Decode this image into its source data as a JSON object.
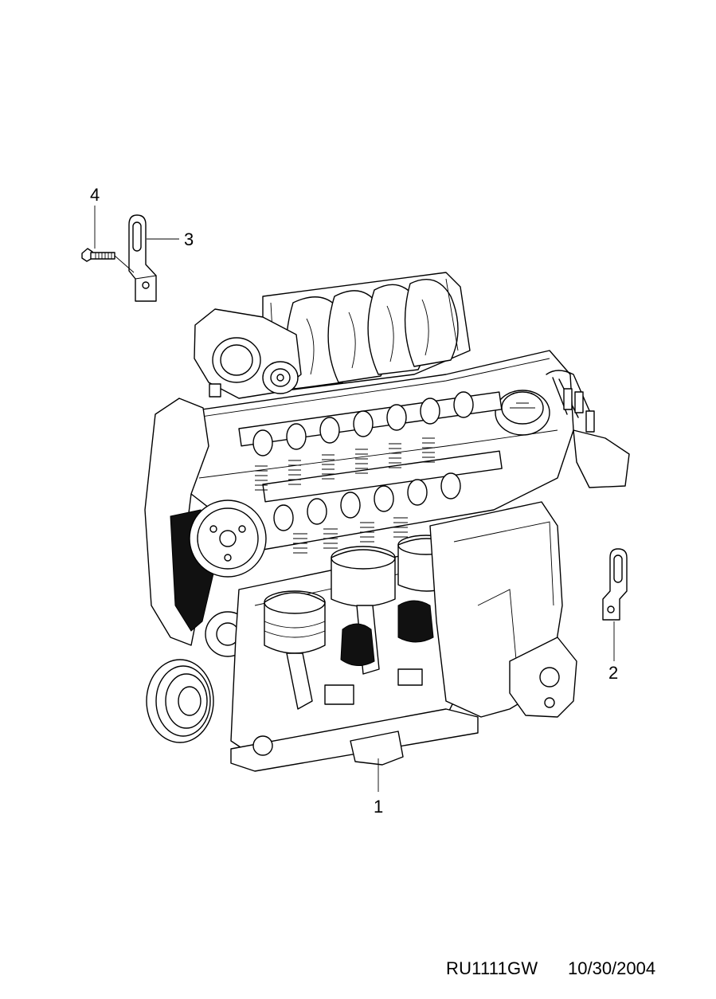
{
  "callouts": {
    "c1": "1",
    "c2": "2",
    "c3": "3",
    "c4": "4"
  },
  "footer": {
    "code": "RU1111GW",
    "date": "10/30/2004"
  },
  "colors": {
    "line": "#000000",
    "background": "#ffffff"
  }
}
